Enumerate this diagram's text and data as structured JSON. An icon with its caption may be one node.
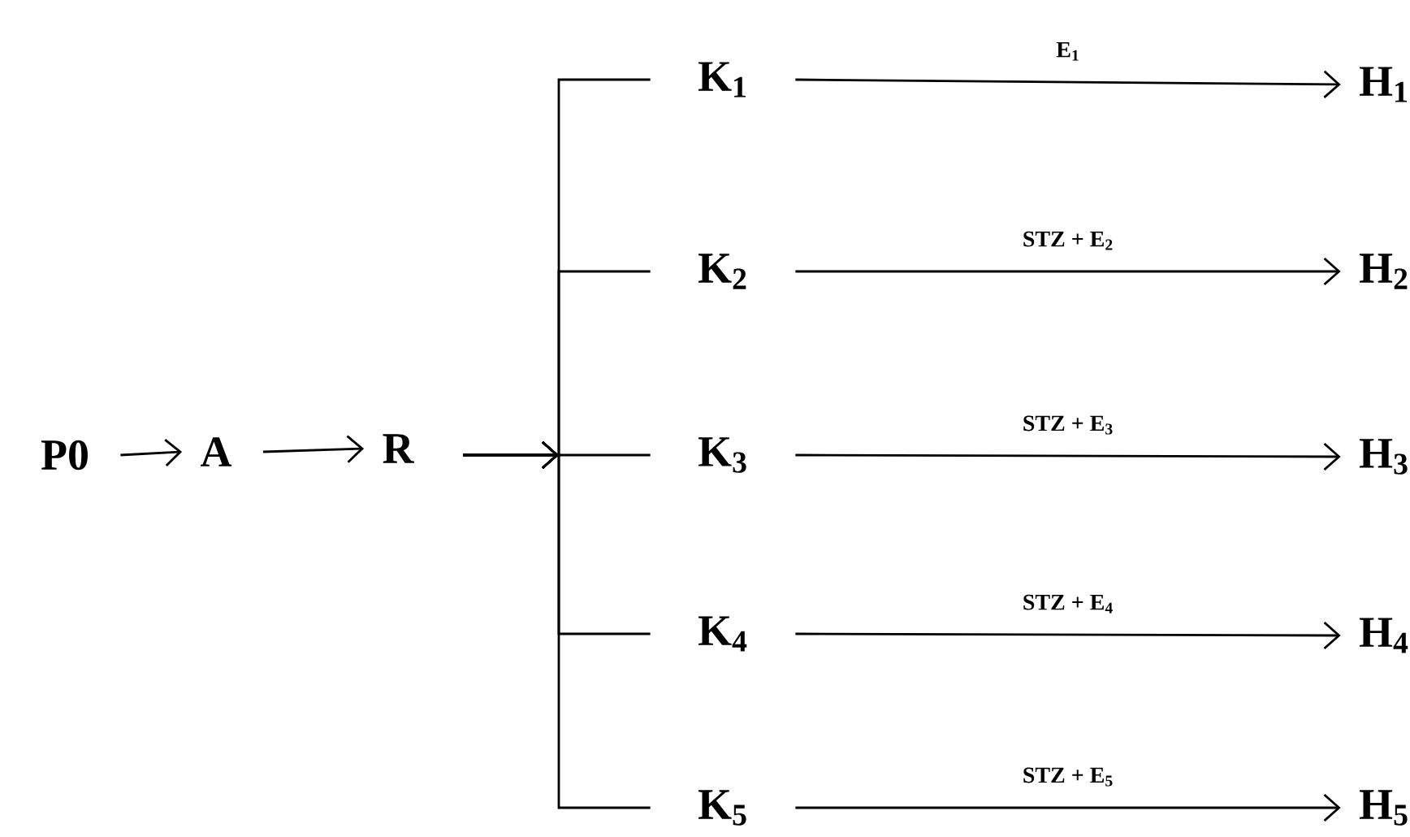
{
  "diagram": {
    "nodes": [
      {
        "text": [
          "P0"
        ]
      },
      {
        "text": [
          "A"
        ]
      },
      {
        "text": [
          "R"
        ]
      },
      {
        "text": [
          "K$_{1}$"
        ]
      },
      {
        "text": [
          "K$_{2}$"
        ]
      },
      {
        "text": [
          "K$_{3}$"
        ]
      },
      {
        "text": [
          "K$_{4}$"
        ]
      },
      {
        "text": [
          "K$_{5}$"
        ]
      },
      {
        "text": [
          "H$_{1}$"
        ]
      },
      {
        "text": [
          "H$_{2}$"
        ]
      },
      {
        "text": [
          "H$_{3}$"
        ]
      },
      {
        "text": [
          "H$_{4}$"
        ]
      },
      {
        "text": [
          "H$_{5}$"
        ]
      }
    ],
    "edges": [
      {
        "from": 0,
        "to": 1,
        "arrow": "to"
      },
      {
        "from": 1,
        "to": 2,
        "arrow": "to"
      },
      {
        "from": 2,
        "to": 3,
        "arrow": "to"
      },
      {
        "from": 2,
        "to": 4,
        "arrow": "to"
      },
      {
        "from": 2,
        "to": 5,
        "arrow": "to"
      },
      {
        "from": 2,
        "to": 6,
        "arrow": "to"
      },
      {
        "from": 2,
        "to": 7,
        "arrow": "to"
      },
      {
        "from": 3,
        "to": 8,
        "label": "E$_{1}$",
        "arrow": "to"
      },
      {
        "from": 4,
        "to": 9,
        "label": "STZ + E$_{2}$",
        "arrow": "to"
      },
      {
        "from": 5,
        "to": 10,
        "label": "STZ + E$_{3}$",
        "arrow": "to"
      },
      {
        "from": 6,
        "to": 11,
        "label": "STZ + E$_{4}$",
        "arrow": "to"
      },
      {
        "from": 7,
        "to": 12,
        "label": "STZ + E$_{5}$",
        "arrow": "to"
      }
    ]
  }
}
